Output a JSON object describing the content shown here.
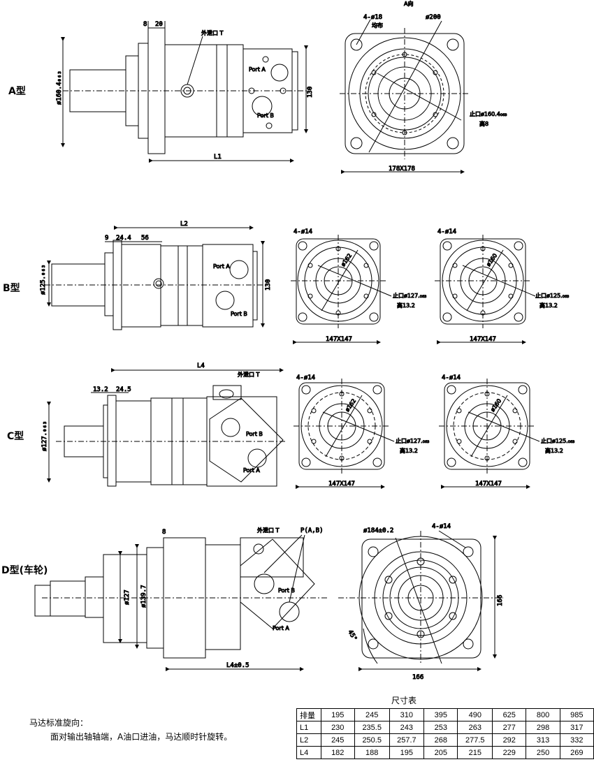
{
  "top_marker": "A向",
  "views": {
    "A": {
      "label": "A型",
      "dims": {
        "d1": "8",
        "d2": "20",
        "shaft": "ø160.4₀₆₃",
        "height": "130",
        "length": "L1",
        "drain": "外泄口 T",
        "portA": "Port A",
        "portB": "Port B",
        "holes": "4-ø18",
        "holes_sub": "均布",
        "pcd": "ø200",
        "pilot": "止口ø160.4₀₆₃",
        "depth": "高8",
        "flange": "178X178"
      }
    },
    "B": {
      "label": "B型",
      "dims": {
        "d1": "9",
        "d2": "24.4",
        "d3": "56",
        "length": "L2",
        "shaft": "ø125.₀₆₃",
        "height": "130",
        "portA": "Port A",
        "portB": "Port B",
        "holes1": "4-ø14",
        "pcd1": "ø162",
        "pilot1": "止口ø127.₀₆₃",
        "depth1": "高13.2",
        "flange1": "147X147",
        "holes2": "4-ø14",
        "pcd2": "ø160",
        "pilot2": "止口ø125.₀₆₃",
        "depth2": "高13.2",
        "flange2": "147X147"
      }
    },
    "C": {
      "label": "C型",
      "dims": {
        "d1": "13.2",
        "d2": "24.5",
        "length": "L4",
        "shaft": "ø127.₀₆₃",
        "drain": "外泄口 T",
        "portA": "Port A",
        "portB": "Port B",
        "holes1": "4-ø14",
        "pcd1": "ø162",
        "pilot1": "止口ø127.₀₆₃",
        "depth1": "高13.2",
        "flange1": "147X147",
        "holes2": "4-ø14",
        "pcd2": "ø160",
        "pilot2": "止口ø125.₀₆₃",
        "depth2": "高13.2",
        "flange2": "147X147"
      }
    },
    "D": {
      "label": "D型(车轮)",
      "dims": {
        "d1": "8",
        "dia1": "ø127",
        "dia2": "ø139.7",
        "length": "L4±0.5",
        "drain": "外泄口 T",
        "ports": "P(A,B)",
        "portA": "Port A",
        "portB": "Port B",
        "pcd": "ø184±0.2",
        "holes": "4-ø14",
        "angle": "45°",
        "w": "166",
        "h": "166"
      }
    }
  },
  "note": {
    "line1": "马达标准旋向：",
    "line2": "面对输出轴轴端，A油口进油，马达顺时针旋转。"
  },
  "table": {
    "caption": "尺寸表",
    "rows": [
      {
        "head": "排量",
        "cells": [
          "195",
          "245",
          "310",
          "395",
          "490",
          "625",
          "800",
          "985"
        ]
      },
      {
        "head": "L1",
        "cells": [
          "230",
          "235.5",
          "243",
          "253",
          "263",
          "277",
          "298",
          "317"
        ]
      },
      {
        "head": "L2",
        "cells": [
          "245",
          "250.5",
          "257.7",
          "268",
          "277.5",
          "292",
          "313",
          "332"
        ]
      },
      {
        "head": "L4",
        "cells": [
          "182",
          "188",
          "195",
          "205",
          "215",
          "229",
          "250",
          "269"
        ]
      }
    ]
  }
}
